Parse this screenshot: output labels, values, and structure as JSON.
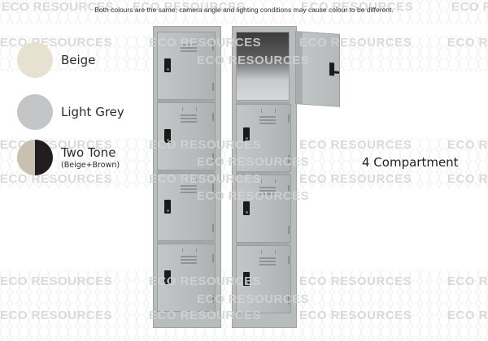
{
  "notice": "Both colours are the same; camera angle and lighting conditions may cause colour to be different.",
  "watermark": "ECO RESOURCES",
  "colour_options": [
    {
      "label": "Beige",
      "sublabel": "",
      "colors": [
        "#e6e1d0"
      ]
    },
    {
      "label": "Light Grey",
      "sublabel": "",
      "colors": [
        "#c3c5c6"
      ]
    },
    {
      "label": "Two Tone",
      "sublabel": "(Beige+Brown)",
      "colors": [
        "#c8c1b1",
        "#231d1d"
      ]
    }
  ],
  "product": {
    "compartment_label": "4 Compartment",
    "compartments": 4,
    "body_color": "#b9bcbd"
  }
}
